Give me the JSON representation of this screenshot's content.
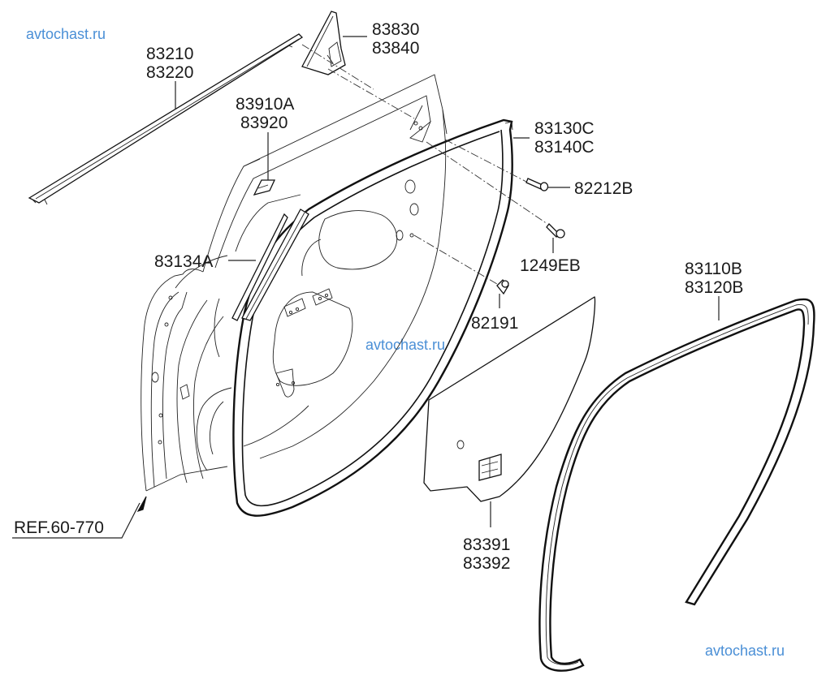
{
  "watermarks": [
    "avtochast.ru",
    "avtochast.ru",
    "avtochast.ru"
  ],
  "reference": "REF.60-770",
  "parts": {
    "belt_molding": [
      "83210",
      "83220"
    ],
    "delta_cover": [
      "83830",
      "83840"
    ],
    "delta_clip": [
      "83910A",
      "83920"
    ],
    "door_side_weatherstrip": [
      "83130C",
      "83140C"
    ],
    "screw_1": "82212B",
    "screw_2": "1249EB",
    "glass_run_channel": "83134A",
    "bumper": "82191",
    "waterproof_film": [
      "83391",
      "83392"
    ],
    "body_side_weatherstrip": [
      "83110B",
      "83120B"
    ]
  }
}
